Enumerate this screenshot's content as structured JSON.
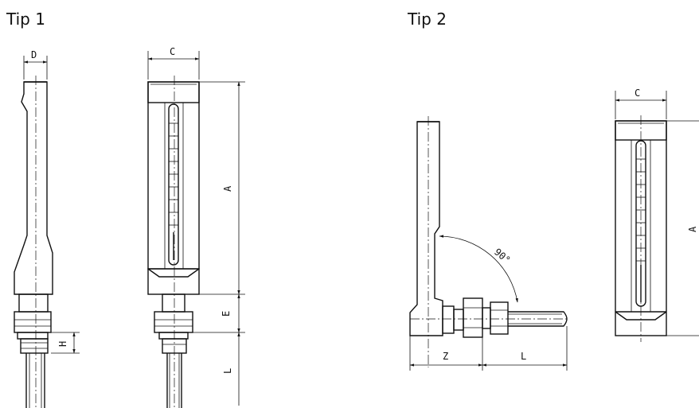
{
  "titles": {
    "type1": "Tip 1",
    "type2": "Tip 2"
  },
  "dimensions": {
    "D": "D",
    "C": "C",
    "A": "A",
    "E": "E",
    "H": "H",
    "L": "L",
    "Z": "Z"
  },
  "angle": "90°"
}
